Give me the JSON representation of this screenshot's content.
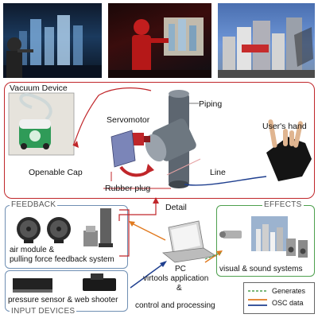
{
  "labels": {
    "vacuum_device": "Vacuum Device",
    "servomotor": "Servomotor",
    "piping": "Piping",
    "users_hand": "User's hand",
    "openable_cap": "Openable Cap",
    "line": "Line",
    "rubber_plug": "Rubber plug",
    "detail": "Detail"
  },
  "sections": {
    "feedback": "FEEDBACK",
    "effects": "EFFECTS",
    "input_devices": "INPUT DEVICES"
  },
  "feedback": {
    "line1": "air module &",
    "line2": "pulling force feedback system"
  },
  "inputs": {
    "caption": "pressure sensor & web shooter"
  },
  "effects": {
    "caption": "visual & sound systems"
  },
  "pc": {
    "name": "PC",
    "line1": "virtools application",
    "line2": "&",
    "line3": "control and processing"
  },
  "legend": {
    "generates": "Generates",
    "osc": "OSC data"
  },
  "colors": {
    "red": "#c0262a",
    "blue_frame": "#6f8fb3",
    "green": "#4ea04e",
    "orange": "#e07a1f",
    "navy": "#1f3f8f"
  }
}
